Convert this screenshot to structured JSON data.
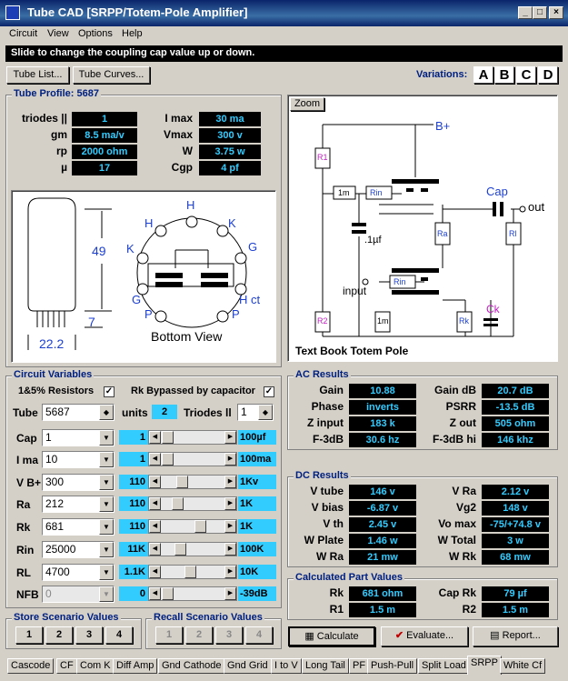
{
  "window": {
    "title": "Tube CAD   [SRPP/Totem-Pole Amplifier]"
  },
  "menu": [
    "Circuit",
    "View",
    "Options",
    "Help"
  ],
  "hint": "Slide to change the coupling cap value up or down.",
  "toolbar": {
    "tube_list": "Tube List...",
    "tube_curves": "Tube Curves...",
    "variations_label": "Variations:",
    "variations": [
      "A",
      "B",
      "C",
      "D"
    ]
  },
  "tube_profile": {
    "title": "Tube Profile: 5687",
    "rows": [
      {
        "l1": "triodes ||",
        "v1": "1",
        "l2": "I max",
        "v2": "30 ma"
      },
      {
        "l1": "gm",
        "v1": "8.5 ma/v",
        "l2": "Vmax",
        "v2": "300 v"
      },
      {
        "l1": "rp",
        "v1": "2000 ohm",
        "l2": "W",
        "v2": "3.75 w"
      },
      {
        "l1": "µ",
        "v1": "17",
        "l2": "Cgp",
        "v2": "4 pf"
      }
    ],
    "dims": {
      "height": "49",
      "pin_len": "7",
      "diameter": "22.2"
    },
    "bottom_view": "Bottom View",
    "pins": [
      "H",
      "K",
      "G",
      "H ct",
      "P",
      "P",
      "G",
      "K",
      "H"
    ]
  },
  "schematic": {
    "zoom": "Zoom",
    "caption": "Text Book Totem Pole",
    "labels": {
      "bplus": "B+",
      "cap": "Cap",
      "out": "out",
      "input": "input",
      "ck": "Ck",
      "r1": "R1",
      "r2": "R2",
      "rl": "Rl",
      "ra": "Ra",
      "rk": "Rk",
      "rin1": "Rin",
      "rin2": "Rin",
      "m1a": "1m",
      "m1b": "1m",
      "uf": ".1µf"
    }
  },
  "circuit_vars": {
    "title": "Circuit Variables",
    "resistors_label": "1&5% Resistors",
    "rk_bypass_label": "Rk Bypassed by capacitor",
    "tube_label": "Tube",
    "tube_value": "5687",
    "units_label": "units",
    "units_value": "2",
    "triodes_label": "Triodes ll",
    "triodes_value": "1",
    "rows": [
      {
        "label": "Cap",
        "value": "1",
        "slider": "1",
        "max": "100µf",
        "pos": 0.0
      },
      {
        "label": "I ma",
        "value": "10",
        "slider": "1",
        "max": "100ma",
        "pos": 0.0
      },
      {
        "label": "V B+",
        "value": "300",
        "slider": "110",
        "max": "1Kv",
        "pos": 0.3
      },
      {
        "label": "Ra",
        "value": "212",
        "slider": "110",
        "max": "1K",
        "pos": 0.2
      },
      {
        "label": "Rk",
        "value": "681",
        "slider": "110",
        "max": "1K",
        "pos": 0.67
      },
      {
        "label": "Rin",
        "value": "25000",
        "slider": "11K",
        "max": "100K",
        "pos": 0.25
      },
      {
        "label": "RL",
        "value": "4700",
        "slider": "1.1K",
        "max": "10K",
        "pos": 0.47
      },
      {
        "label": "NFB",
        "value": "0",
        "slider": "0",
        "max": "-39dB",
        "pos": 0.0
      }
    ]
  },
  "ac_results": {
    "title": "AC Results",
    "rows": [
      {
        "l1": "Gain",
        "v1": "10.88",
        "l2": "Gain dB",
        "v2": "20.7 dB"
      },
      {
        "l1": "Phase",
        "v1": "inverts",
        "l2": "PSRR",
        "v2": "-13.5 dB"
      },
      {
        "l1": "Z input",
        "v1": "183 k",
        "l2": "Z out",
        "v2": "505 ohm"
      },
      {
        "l1": "F-3dB",
        "v1": "30.6 hz",
        "l2": "F-3dB hi",
        "v2": "146 khz"
      }
    ]
  },
  "dc_results": {
    "title": "DC Results",
    "rows": [
      {
        "l1": "V tube",
        "v1": "146 v",
        "l2": "V Ra",
        "v2": "2.12 v"
      },
      {
        "l1": "V bias",
        "v1": "-6.87 v",
        "l2": "Vg2",
        "v2": "148 v"
      },
      {
        "l1": "V th",
        "v1": "2.45 v",
        "l2": "Vo max",
        "v2": "-75/+74.8 v"
      },
      {
        "l1": "W Plate",
        "v1": "1.46 w",
        "l2": "W Total",
        "v2": "3 w"
      },
      {
        "l1": "W Ra",
        "v1": "21 mw",
        "l2": "W Rk",
        "v2": "68 mw"
      }
    ]
  },
  "part_values": {
    "title": "Calculated Part Values",
    "rows": [
      {
        "l1": "Rk",
        "v1": "681 ohm",
        "l2": "Cap Rk",
        "v2": "79 µf"
      },
      {
        "l1": "R1",
        "v1": "1.5 m",
        "l2": "R2",
        "v2": "1.5 m"
      }
    ]
  },
  "store": {
    "title": "Store Scenario Values",
    "buttons": [
      "1",
      "2",
      "3",
      "4"
    ]
  },
  "recall": {
    "title": "Recall Scenario Values",
    "buttons": [
      "1",
      "2",
      "3",
      "4"
    ]
  },
  "actions": {
    "calculate": "Calculate",
    "evaluate": "Evaluate...",
    "report": "Report..."
  },
  "tabs": [
    "Cascode",
    "CF",
    "Com K",
    "Diff Amp",
    "Gnd Cathode",
    "Gnd Grid",
    "I to V",
    "Long Tail",
    "PF",
    "Push-Pull",
    "Split Load",
    "SRPP",
    "White Cf"
  ],
  "colors": {
    "accent": "#33ccff",
    "title_blue": "#002080",
    "display_bg": "#000000",
    "display_fg": "#33ccff"
  }
}
